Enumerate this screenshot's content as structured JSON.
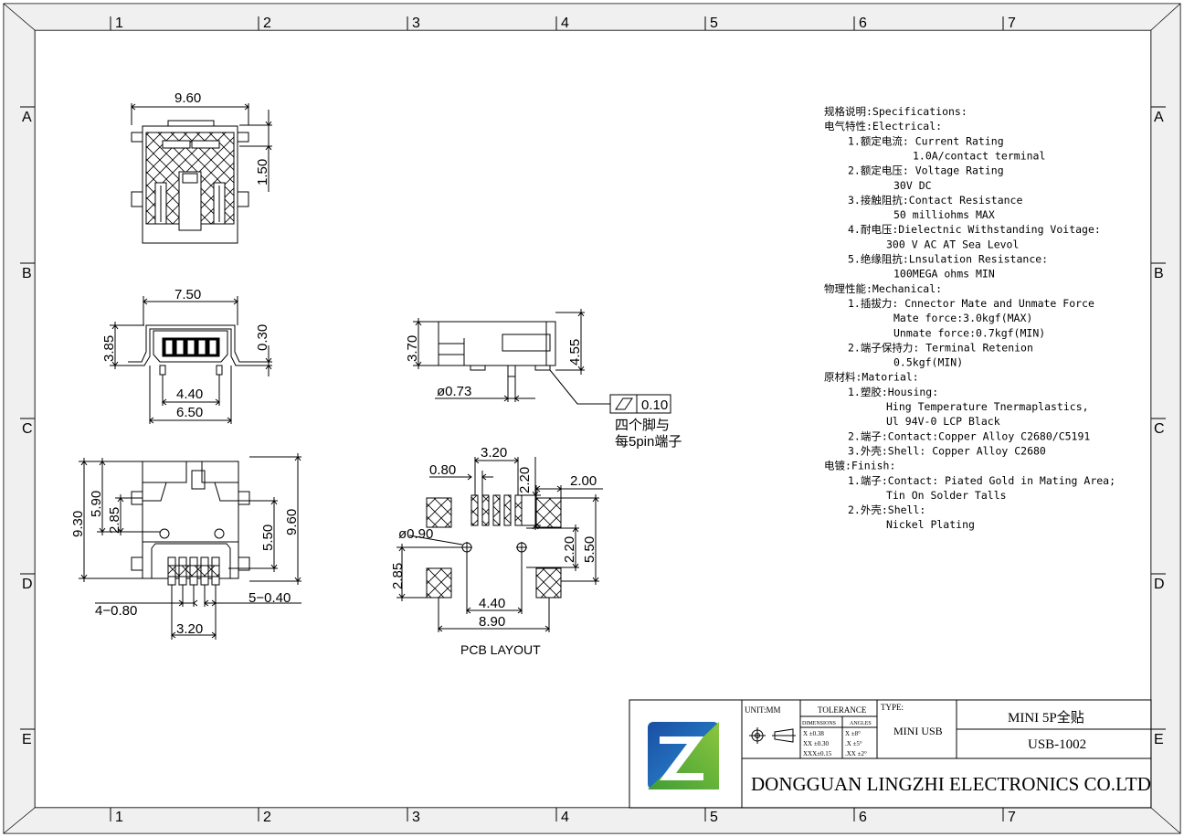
{
  "grid": {
    "columns": [
      "1",
      "2",
      "3",
      "4",
      "5",
      "6",
      "7"
    ],
    "rows": [
      "A",
      "B",
      "C",
      "D",
      "E"
    ]
  },
  "views": {
    "top": {
      "width": "9.60",
      "height": "1.50"
    },
    "front": {
      "width_top": "7.50",
      "height": "3.85",
      "offset": "0.30",
      "pin_span": "4.40",
      "base": "6.50"
    },
    "side": {
      "height": "3.70",
      "height2": "4.55",
      "pin_dia": "ø0.73",
      "flatness": "0.10",
      "note_line1": "四个脚与",
      "note_line2": "每5pin端子"
    },
    "bottom": {
      "h1": "9.30",
      "h2": "5.90",
      "h3": "2.85",
      "h4": "5.50",
      "h5": "9.60",
      "pitch4": "4−0.80",
      "pitch5": "5−0.40",
      "span": "3.20"
    },
    "pcb": {
      "title": "PCB LAYOUT",
      "pad_span": "3.20",
      "pad_pitch": "0.80",
      "pad_len": "2.20",
      "big_pad": "2.00",
      "hole": "ø0.90",
      "left": "2.85",
      "right1": "2.20",
      "right2": "5.50",
      "hole_span": "4.40",
      "total": "8.90"
    }
  },
  "specs": [
    {
      "indent": 0,
      "text": "规格说明:Specifications:"
    },
    {
      "indent": 0,
      "text": "电气特性:Electrical:"
    },
    {
      "indent": 1,
      "text": "1.额定电流: Current Rating"
    },
    {
      "indent": 4,
      "text": "1.0A/contact terminal"
    },
    {
      "indent": 1,
      "text": "2.额定电压: Voltage Rating"
    },
    {
      "indent": 3,
      "text": "30V DC"
    },
    {
      "indent": 1,
      "text": "3.接触阻抗:Contact Resistance"
    },
    {
      "indent": 3,
      "text": "50 milliohms MAX"
    },
    {
      "indent": 1,
      "text": "4.耐电压:Dielectnic Withstanding Voitage:"
    },
    {
      "indent": 2,
      "text": "300 V AC AT Sea Levol"
    },
    {
      "indent": 1,
      "text": "5.绝缘阻抗:Lnsulation Resistance:"
    },
    {
      "indent": 3,
      "text": "100MEGA ohms MIN"
    },
    {
      "indent": 0,
      "text": "物理性能:Mechanical:"
    },
    {
      "indent": 1,
      "text": "1.插拔力: Cnnector Mate and Unmate Force"
    },
    {
      "indent": 3,
      "text": "Mate force:3.0kgf(MAX)"
    },
    {
      "indent": 3,
      "text": "Unmate force:0.7kgf(MIN)"
    },
    {
      "indent": 1,
      "text": "2.端子保持力: Terminal Retenion"
    },
    {
      "indent": 3,
      "text": "0.5kgf(MIN)"
    },
    {
      "indent": 0,
      "text": "原材料:Matorial:"
    },
    {
      "indent": 1,
      "text": "1.塑胶:Housing:"
    },
    {
      "indent": 2,
      "text": "Hing Temperature  Tnermaplastics,"
    },
    {
      "indent": 2,
      "text": "Ul 94V-0  LCP Black"
    },
    {
      "indent": 1,
      "text": "2.端子:Contact:Copper Alloy C2680/C5191"
    },
    {
      "indent": 1,
      "text": "3.外壳:Shell: Copper Alloy C2680"
    },
    {
      "indent": 0,
      "text": "电镀:Finish:"
    },
    {
      "indent": 1,
      "text": "1.端子:Contact: Piated Gold in Mating Area;"
    },
    {
      "indent": 2,
      "text": "Tin On Solder Talls"
    },
    {
      "indent": 1,
      "text": "2.外壳:Shell:"
    },
    {
      "indent": 2,
      "text": "Nickel Plating"
    }
  ],
  "title_block": {
    "unit": "UNIT:MM",
    "tolerance": "TOLERANCE",
    "dimensions": "DIMENSIONS",
    "angles": "ANGLES",
    "tol_rows": [
      {
        "d": "X  ±0.38",
        "a": "X  ±8°"
      },
      {
        "d": "XX ±0.30",
        "a": ".X  ±5°"
      },
      {
        "d": "XXX±0.15",
        "a": ".XX ±2°"
      }
    ],
    "type_label": "TYPE:",
    "type_value": "MINI USB",
    "name": "MINI 5P全贴",
    "part_no": "USB-1002",
    "company": "DONGGUAN LINGZHI ELECTRONICS CO.LTD"
  },
  "colors": {
    "logo_blue": "#1f5fb0",
    "logo_green": "#4fa83a",
    "hatch": "#000000"
  }
}
